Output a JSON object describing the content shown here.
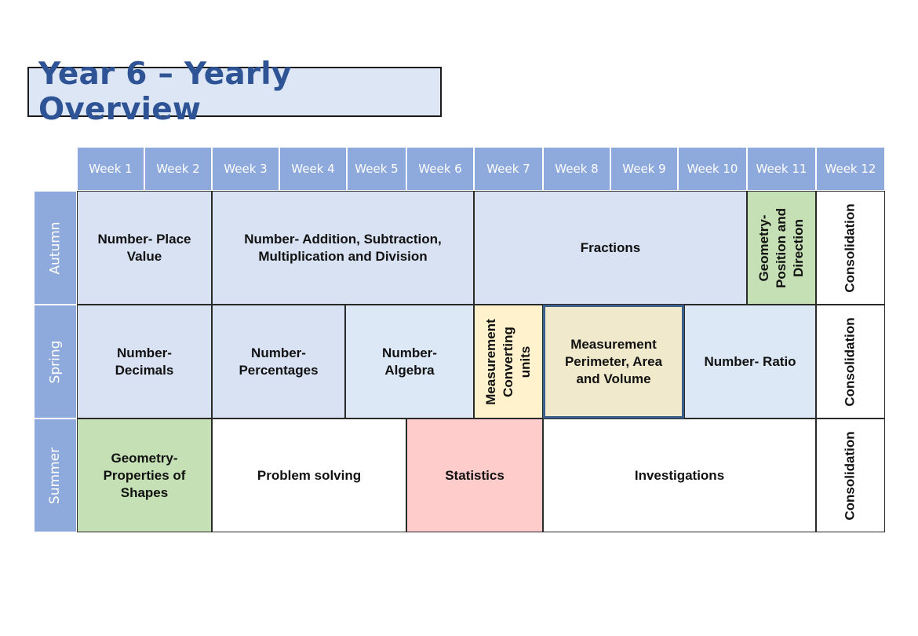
{
  "title": "Year 6 – Yearly Overview",
  "weeks": [
    "Week 1",
    "Week 2",
    "Week 3",
    "Week 4",
    "Week 5",
    "Week 6",
    "Week 7",
    "Week 8",
    "Week 9",
    "Week 10",
    "Week 11",
    "Week 12"
  ],
  "terms": {
    "autumn": "Autumn",
    "spring": "Spring",
    "summer": "Summer"
  },
  "autumn": {
    "place_value_1": "Number- Place",
    "place_value_2": "Value",
    "asmd_1": "Number- Addition, Subtraction,",
    "asmd_2": "Multiplication and Division",
    "fractions": "Fractions",
    "geometry_1": "Geometry-",
    "geometry_2": "Position and",
    "geometry_3": "Direction",
    "consolidation": "Consolidation"
  },
  "spring": {
    "decimals_1": "Number-",
    "decimals_2": "Decimals",
    "percentages_1": "Number-",
    "percentages_2": "Percentages",
    "algebra_1": "Number-",
    "algebra_2": "Algebra",
    "converting_1": "Measurement",
    "converting_2": "Converting",
    "converting_3": "units",
    "perimeter_1": "Measurement",
    "perimeter_2": "Perimeter, Area",
    "perimeter_3": "and Volume",
    "ratio": "Number- Ratio",
    "consolidation": "Consolidation"
  },
  "summer": {
    "shapes_1": "Geometry-",
    "shapes_2": "Properties of",
    "shapes_3": "Shapes",
    "problem_solving": "Problem solving",
    "statistics": "Statistics",
    "investigations": "Investigations",
    "consolidation": "Consolidation"
  },
  "colors": {
    "header_blue": "#8ea9db",
    "title_blue": "#2f5496",
    "light_blue": "#d9e2f3",
    "green": "#c5e0b4",
    "yellow": "#fff2cc",
    "beige": "#f0e9cb",
    "pink": "#ffcccc"
  }
}
